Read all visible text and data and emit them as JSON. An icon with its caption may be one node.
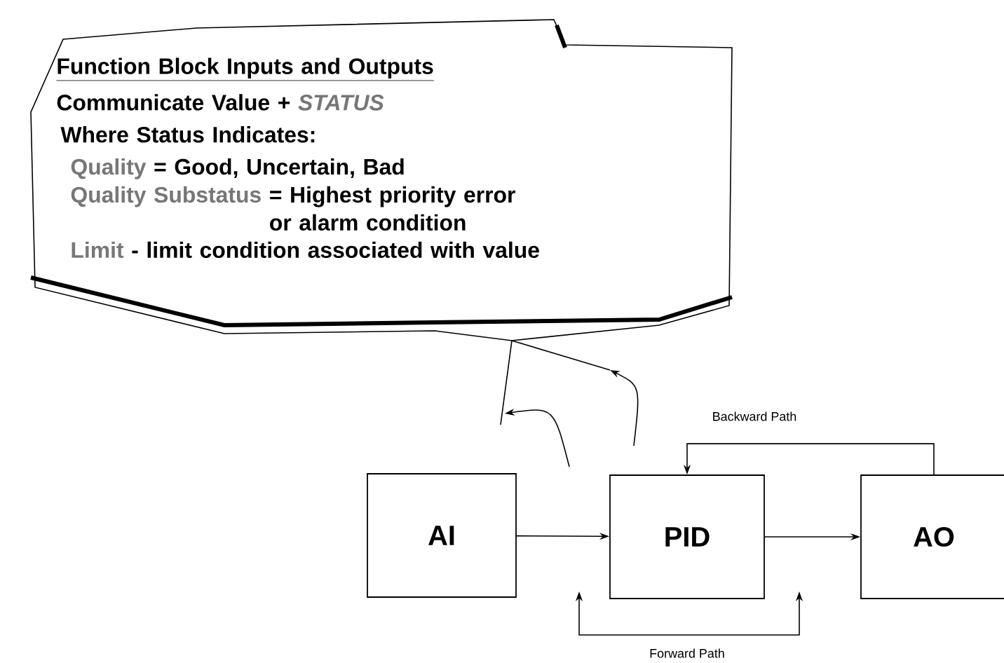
{
  "diagram": {
    "nodes": [
      {
        "text": [
          "Function Block Inputs and Outputs",
          "Communicate Value +",
          "STATUS",
          "Where Status Indicates:",
          "Quality",
          "= Good, Uncertain, Bad",
          "Quality Substatus",
          "= Highest priority error or alarm condition",
          "Limit",
          "- limit condition associated with value"
        ]
      },
      {
        "text": [
          "AI"
        ]
      },
      {
        "text": [
          "PID"
        ]
      },
      {
        "text": [
          "AO"
        ]
      }
    ],
    "edges": [
      {
        "from": 1,
        "to": 2,
        "arrow": "to"
      },
      {
        "from": 2,
        "to": 3,
        "arrow": "to"
      },
      {
        "from": 3,
        "to": 2,
        "arrow": "to",
        "label": "Backward Path"
      }
    ],
    "labels": [
      "Forward Path"
    ]
  }
}
